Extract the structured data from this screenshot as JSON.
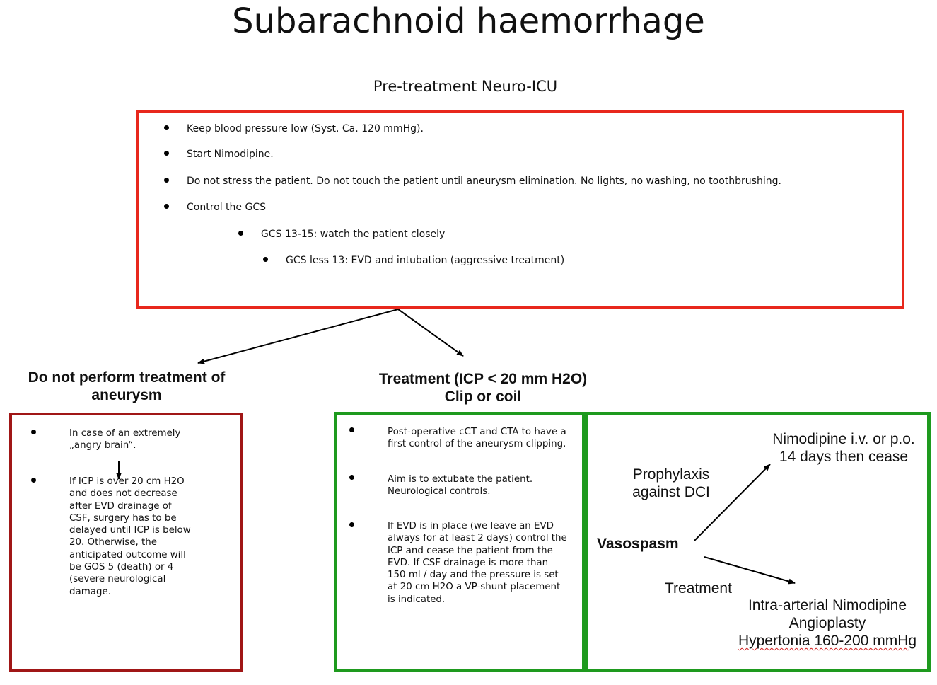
{
  "title": "Subarachnoid haemorrhage",
  "pretreatment": {
    "heading": "Pre-treatment Neuro-ICU",
    "items": [
      "Keep blood pressure low (Syst. Ca. 120 mmHg).",
      "Start Nimodipine.",
      "Do not stress the patient. Do not touch the patient until aneurysm elimination. No lights, no washing, no toothbrushing.",
      "Control the GCS",
      "GCS 13-15: watch the patient closely",
      "GCS less 13: EVD and intubation (aggressive treatment)"
    ]
  },
  "no_treatment": {
    "heading_line1": "Do not perform treatment of",
    "heading_line2": "aneurysm",
    "items": [
      "In case of an extremely „angry brain“.",
      "If ICP is over 20 cm H2O and does not decrease after EVD drainage of CSF, surgery has to be delayed until ICP is below 20. Otherwise, the anticipated outcome will be GOS 5 (death) or 4 (severe neurological damage."
    ]
  },
  "treatment": {
    "heading_line1": "Treatment (ICP < 20 mm H2O)",
    "heading_line2": "Clip or coil",
    "items": [
      "Post-operative cCT and CTA to have a first control of the aneurysm clipping.",
      "Aim is to extubate the patient. Neurological controls.",
      "If EVD is in place (we leave an EVD always for at least 2 days) control the ICP and cease the patient from the EVD. If CSF drainage is more than 150 ml / day and the pressure is set at 20 cm H2O a VP-shunt placement is indicated."
    ]
  },
  "vasospasm": {
    "label": "Vasospasm",
    "prophylaxis_line1": "Prophylaxis",
    "prophylaxis_line2": "against DCI",
    "nimodipine_line1": "Nimodipine i.v. or p.o.",
    "nimodipine_line2": "14 days then cease",
    "treatment_label": "Treatment",
    "treat_line1": "Intra-arterial Nimodipine",
    "treat_line2": "Angioplasty",
    "treat_line3": "Hypertonia 160-200 mmHg"
  },
  "colors": {
    "pretreatment_border": "#e8281c",
    "no_treatment_border": "#a01616",
    "treatment_border": "#1e9a1e"
  }
}
